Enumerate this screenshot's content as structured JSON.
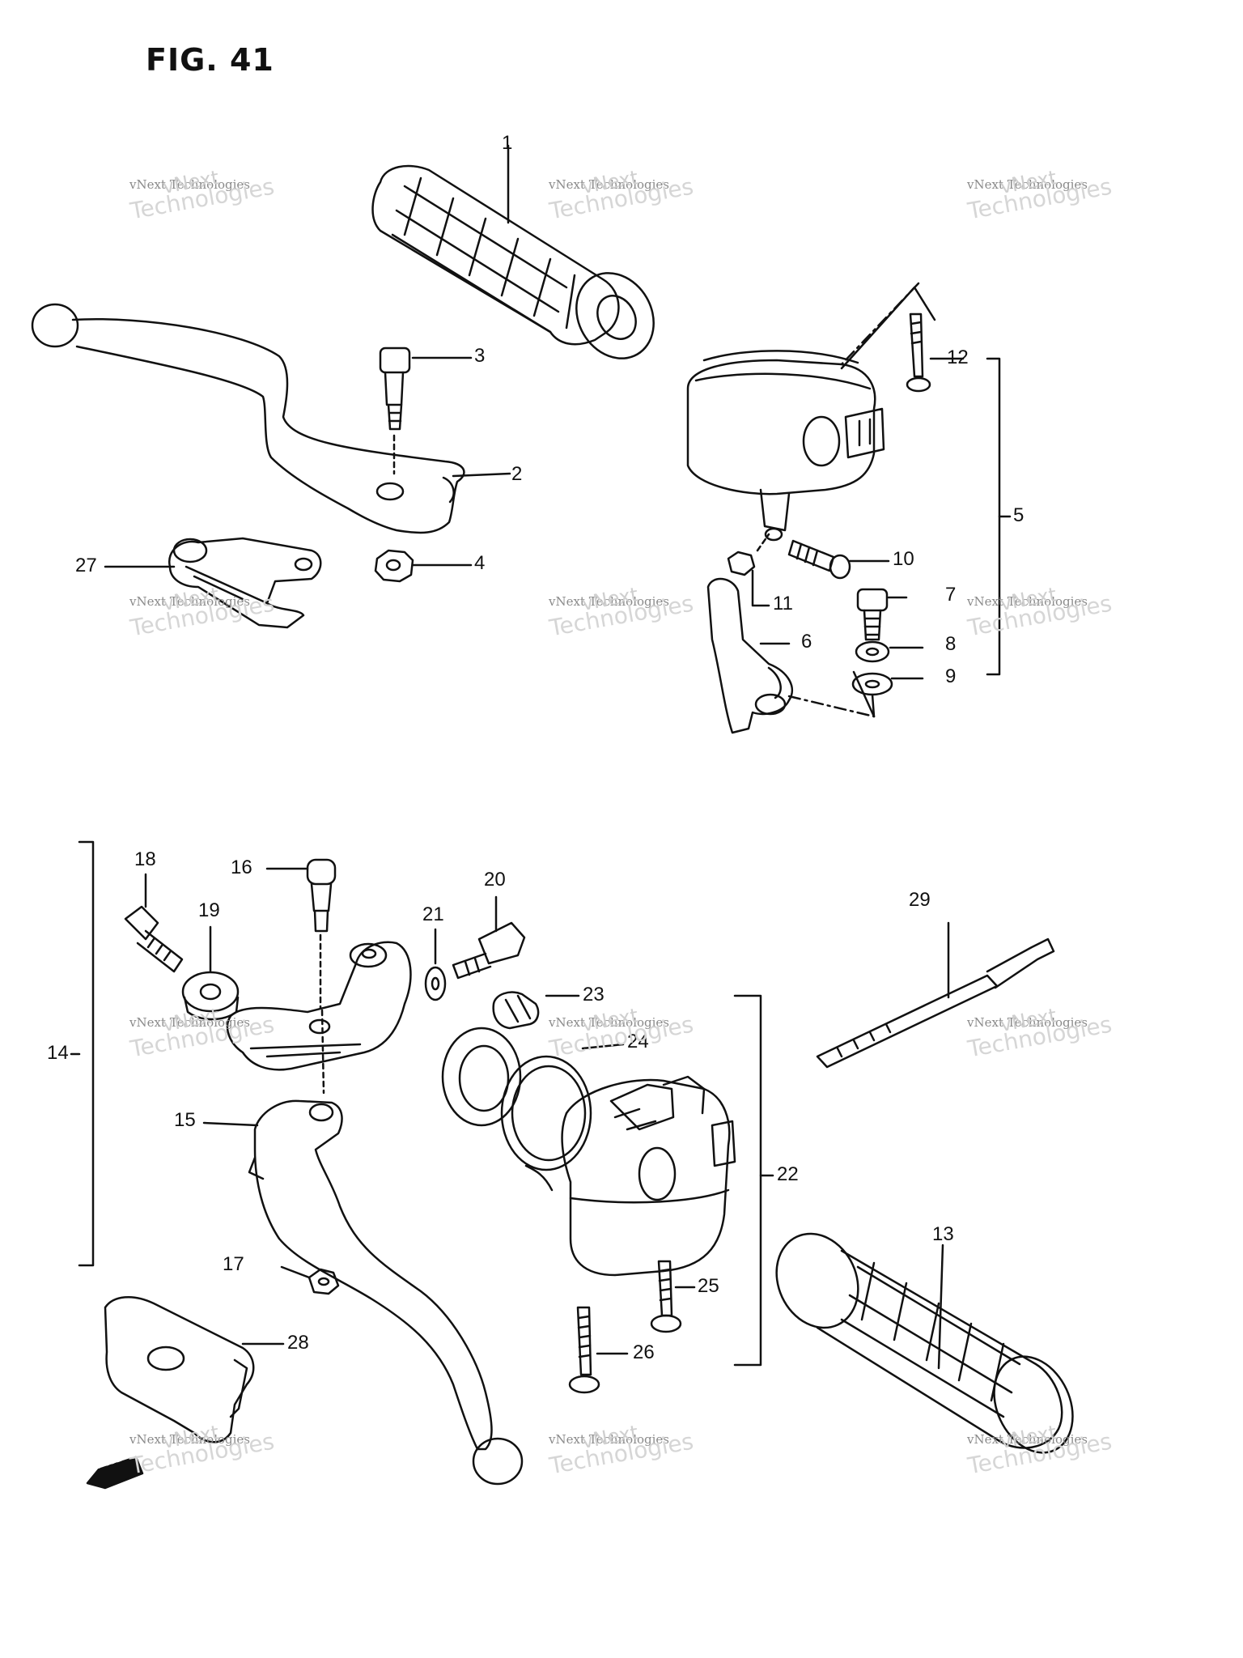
{
  "figure": {
    "title": "FIG. 41"
  },
  "callouts": [
    "1",
    "2",
    "3",
    "4",
    "5",
    "6",
    "7",
    "8",
    "9",
    "10",
    "11",
    "12",
    "13",
    "14",
    "15",
    "16",
    "17",
    "18",
    "19",
    "20",
    "21",
    "22",
    "23",
    "24",
    "25",
    "26",
    "27",
    "28",
    "29"
  ],
  "watermark": {
    "line_a": "vNext",
    "line_b": "vNext Technologies",
    "line_c": "Technologies"
  },
  "direction_marker": {
    "label": "FWD"
  },
  "colors": {
    "ink": "#111111",
    "watermark": "#bdbdbd"
  }
}
